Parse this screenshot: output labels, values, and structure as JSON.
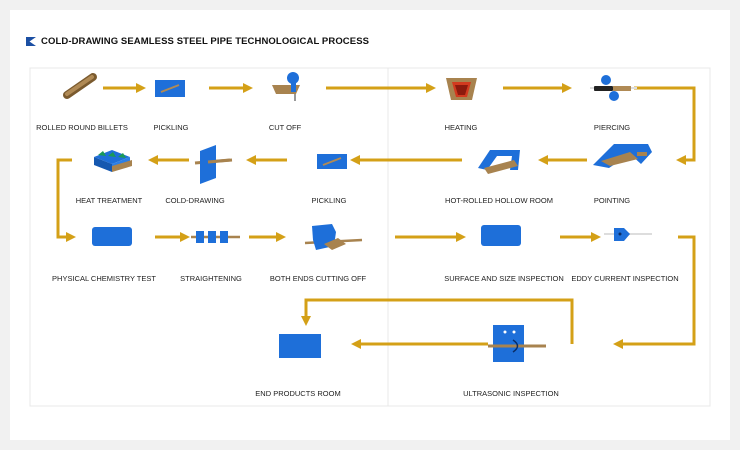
{
  "title": "COLD-DRAWING SEAMLESS STEEL PIPE TECHNOLOGICAL PROCESS",
  "colors": {
    "flow_arrow": "#D4A017",
    "equipment_blue": "#1E6FD9",
    "material_brown": "#A8834F",
    "panel_border": "#e6e6e6"
  },
  "steps": [
    {
      "id": "rolled-round-billets",
      "label": "ROLLED ROUND BILLETS",
      "icon": "billet-icon"
    },
    {
      "id": "pickling-1",
      "label": "PICKLING",
      "icon": "pickling-tank-icon"
    },
    {
      "id": "cut-off",
      "label": "CUT OFF",
      "icon": "saw-icon"
    },
    {
      "id": "heating",
      "label": "HEATING",
      "icon": "furnace-icon"
    },
    {
      "id": "piercing",
      "label": "PIERCING",
      "icon": "piercing-mill-icon"
    },
    {
      "id": "pointing",
      "label": "POINTING",
      "icon": "pointing-machine-icon"
    },
    {
      "id": "hot-rolled-hollow-room",
      "label": "HOT-ROLLED HOLLOW ROOM",
      "icon": "hollow-room-icon"
    },
    {
      "id": "pickling-2",
      "label": "PICKLING",
      "icon": "pickling-tank-icon"
    },
    {
      "id": "cold-drawing",
      "label": "COLD-DRAWING",
      "icon": "drawing-die-icon"
    },
    {
      "id": "heat-treatment",
      "label": "HEAT  TREATMENT",
      "icon": "heat-treatment-furnace-icon"
    },
    {
      "id": "physical-chemistry-test",
      "label": "PHYSICAL  CHEMISTRY  TEST",
      "icon": "test-block-icon"
    },
    {
      "id": "straightening",
      "label": "STRAIGHTENING",
      "icon": "straightener-icon"
    },
    {
      "id": "both-ends-cutting-off",
      "label": "BOTH ENDS CUTTING OFF",
      "icon": "end-cutter-icon"
    },
    {
      "id": "surface-and-size-inspection",
      "label": "SURFACE  AND SIZE  INSPECTION",
      "icon": "inspection-block-icon"
    },
    {
      "id": "eddy-current-inspection",
      "label": "EDDY  CURRENT  INSPECTION",
      "icon": "eddy-current-icon"
    },
    {
      "id": "ultrasonic-inspection",
      "label": "ULTRASONIC  INSPECTION",
      "icon": "ultrasonic-tester-icon"
    },
    {
      "id": "end-products-room",
      "label": "END PRODUCTS ROOM",
      "icon": "products-room-icon"
    }
  ]
}
